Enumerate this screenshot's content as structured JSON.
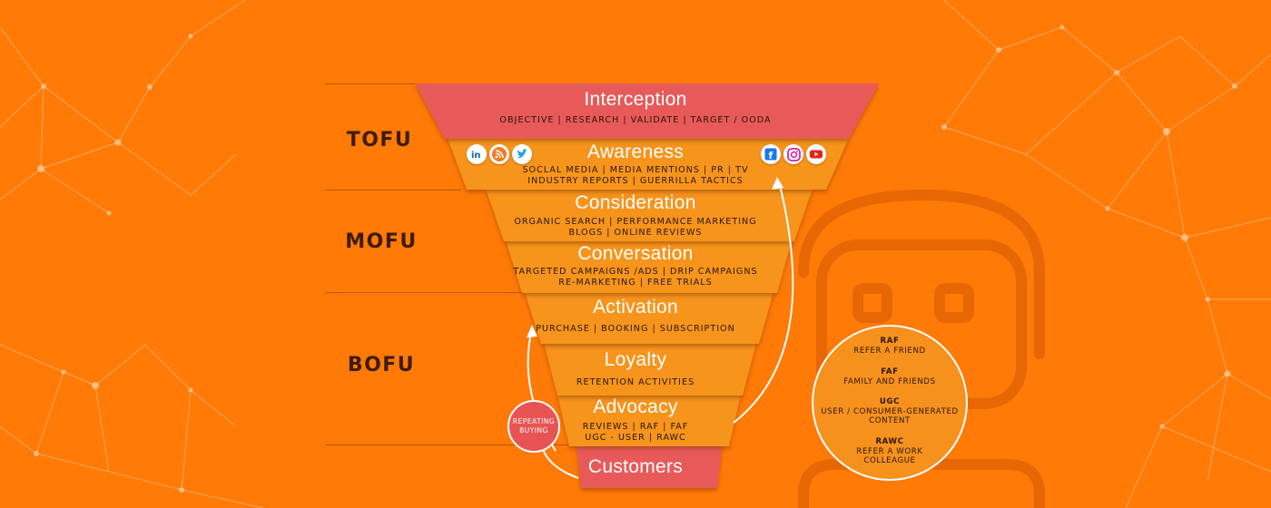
{
  "colors": {
    "background": "#FF7A07",
    "funnel_top": "#E85A5A",
    "funnel_body": "#F7941D",
    "customers": "#E85A5A",
    "label_text": "#3d1c02"
  },
  "sections": [
    {
      "label": "TOFU"
    },
    {
      "label": "MOFU"
    },
    {
      "label": "BOFU"
    }
  ],
  "stages": [
    {
      "title": "Interception",
      "lines": [
        "OBJECTIVE | RESEARCH | VALIDATE | TARGET / OODA"
      ]
    },
    {
      "title": "Awareness",
      "lines": [
        "SOCLAL MEDIA | MEDIA MENTIONS | PR | TV",
        "INDUSTRY REPORTS | GUERRILLA TACTICS"
      ]
    },
    {
      "title": "Consideration",
      "lines": [
        "ORGANIC SEARCH | PERFORMANCE MARKETING",
        "BLOGS | ONLINE REVIEWS"
      ]
    },
    {
      "title": "Conversation",
      "lines": [
        "TARGETED CAMPAIGNS /ADS | DRIP CAMPAIGNS",
        "RE-MARKETING | FREE TRIALS"
      ]
    },
    {
      "title": "Activation",
      "lines": [
        "PURCHASE | BOOKING | SUBSCRIPTION"
      ]
    },
    {
      "title": "Loyalty",
      "lines": [
        "RETENTION ACTIVITIES"
      ]
    },
    {
      "title": "Advocacy",
      "lines": [
        "REVIEWS | RAF | FAF",
        "UGC - USER | RAWC"
      ]
    },
    {
      "title": "Customers",
      "lines": []
    }
  ],
  "social_icons": {
    "left": [
      "linkedin-icon",
      "rss-icon",
      "twitter-icon"
    ],
    "right": [
      "facebook-icon",
      "instagram-icon",
      "youtube-icon"
    ]
  },
  "repeat_badge": {
    "line1": "REPEATING",
    "line2": "BUYING"
  },
  "referral": [
    {
      "abbr": "RAF",
      "lines": [
        "REFER A FRIEND"
      ]
    },
    {
      "abbr": "FAF",
      "lines": [
        "FAMILY AND FRIENDS"
      ]
    },
    {
      "abbr": "UGC",
      "lines": [
        "USER / CONSUMER-GENERATED",
        "CONTENT"
      ]
    },
    {
      "abbr": "RAWC",
      "lines": [
        "REFER A WORK",
        "COLLEAGUE"
      ]
    }
  ]
}
